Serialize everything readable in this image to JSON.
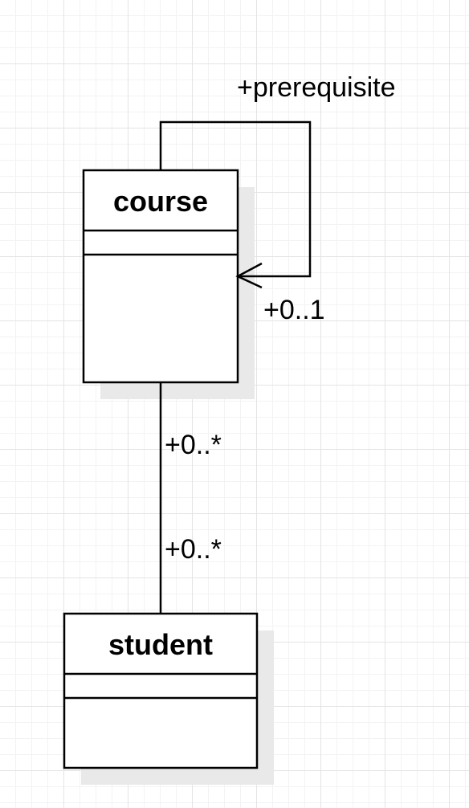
{
  "diagram": {
    "classes": [
      {
        "id": "course",
        "name": "course"
      },
      {
        "id": "student",
        "name": "student"
      }
    ],
    "associations": [
      {
        "id": "self-association",
        "from": "course",
        "to": "course",
        "role": "+prerequisite",
        "multiplicity": "+0..1",
        "navigable": true
      },
      {
        "id": "course-student",
        "from": "course",
        "to": "student",
        "source_multiplicity": "+0..*",
        "target_multiplicity": "+0..*"
      }
    ]
  }
}
